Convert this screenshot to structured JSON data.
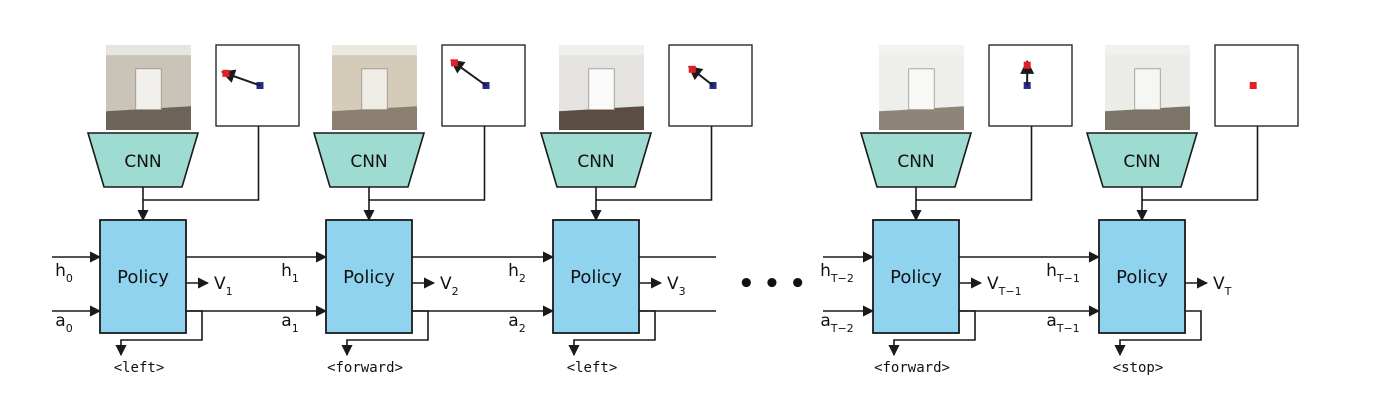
{
  "colors": {
    "policy_fill": "#8fd3ef",
    "cnn_fill": "#9edcd2",
    "stroke": "#1a1a1a",
    "goal_marker": "#e01f26",
    "agent_marker": "#262c8c"
  },
  "cnn_label": "CNN",
  "policy_label": "Policy",
  "ellipsis": "• • •",
  "steps": [
    {
      "h": "h",
      "h_sub": "0",
      "a": "a",
      "a_sub": "0",
      "v": "V",
      "v_sub": "1",
      "action": "<left>",
      "map": {
        "goal": [
          0.12,
          0.35
        ],
        "agent": [
          0.53,
          0.5
        ],
        "arrow": true
      },
      "photo": {
        "wall": "#c9c3b8",
        "floor": "#6e6358",
        "door": "#f2f0ec"
      }
    },
    {
      "h": "h",
      "h_sub": "1",
      "a": "a",
      "a_sub": "1",
      "v": "V",
      "v_sub": "2",
      "action": "<forward>",
      "map": {
        "goal": [
          0.15,
          0.22
        ],
        "agent": [
          0.53,
          0.5
        ],
        "arrow": true
      },
      "photo": {
        "wall": "#d4cbb8",
        "floor": "#8a7f70",
        "door": "#efece6"
      }
    },
    {
      "h": "h",
      "h_sub": "2",
      "a": "a",
      "a_sub": "2",
      "v": "V",
      "v_sub": "3",
      "action": "<left>",
      "map": {
        "goal": [
          0.28,
          0.3
        ],
        "agent": [
          0.53,
          0.5
        ],
        "arrow": true
      },
      "photo": {
        "wall": "#e5e3df",
        "floor": "#5b4d42",
        "door": "#fafafa"
      }
    },
    {
      "h": "h",
      "h_sub": "T−2",
      "a": "a",
      "a_sub": "T−2",
      "v": "V",
      "v_sub": "T−1",
      "action": "<forward>",
      "map": {
        "goal": [
          0.46,
          0.25
        ],
        "agent": [
          0.46,
          0.5
        ],
        "arrow": true
      },
      "photo": {
        "wall": "#eeeeec",
        "floor": "#8e8578",
        "door": "#f8f8f6"
      }
    },
    {
      "h": "h",
      "h_sub": "T−1",
      "a": "a",
      "a_sub": "T−1",
      "v": "V",
      "v_sub": "T",
      "action": "<stop>",
      "map": {
        "goal": [
          0.46,
          0.5
        ],
        "agent": null,
        "arrow": false
      },
      "photo": {
        "wall": "#ebebe8",
        "floor": "#7d7468",
        "door": "#f6f6f4"
      }
    }
  ]
}
